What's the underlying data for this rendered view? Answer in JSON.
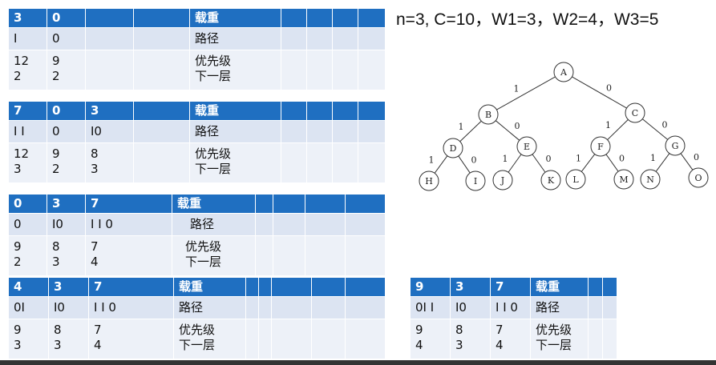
{
  "formula": "n=3, C=10，W1=3，W2=4，W3=5",
  "tables": [
    {
      "header": [
        "3",
        "0",
        "",
        ""
      ],
      "label_load": "载重",
      "path": [
        "I",
        "0",
        "",
        ""
      ],
      "label_path": "路径",
      "priority": [
        "12",
        "9",
        "",
        ""
      ],
      "label_priority": "优先级",
      "level": [
        "2",
        "2",
        "",
        ""
      ],
      "label_level": "下一层"
    },
    {
      "header": [
        "7",
        "0",
        "3",
        ""
      ],
      "label_load": "载重",
      "path": [
        "I I",
        "0",
        "I0",
        ""
      ],
      "label_path": "路径",
      "priority": [
        "12",
        "9",
        "8",
        ""
      ],
      "label_priority": "优先级",
      "level": [
        "3",
        "2",
        "3",
        ""
      ],
      "label_level": "下一层"
    },
    {
      "header": [
        "0",
        "3",
        "7"
      ],
      "label_load": "载重",
      "path": [
        "0",
        "I0",
        "I I 0"
      ],
      "label_path": "路径",
      "priority": [
        "9",
        "8",
        "7"
      ],
      "label_priority": "优先级",
      "level": [
        "2",
        "3",
        "4"
      ],
      "label_level": "下一层"
    },
    {
      "header": [
        "4",
        "3",
        "7"
      ],
      "label_load": "载重",
      "path": [
        "0I",
        "I0",
        "I I 0"
      ],
      "label_path": "路径",
      "priority": [
        "9",
        "8",
        "7"
      ],
      "label_priority": "优先级",
      "level": [
        "3",
        "3",
        "4"
      ],
      "label_level": "下一层"
    },
    {
      "header": [
        "9",
        "3",
        "7"
      ],
      "label_load": "载重",
      "path": [
        "0I I",
        "I0",
        "I I 0"
      ],
      "label_path": "路径",
      "priority": [
        "9",
        "8",
        "7"
      ],
      "label_priority": "优先级",
      "level": [
        "4",
        "3",
        "4"
      ],
      "label_level": "下一层"
    }
  ],
  "tree": {
    "nodes": [
      "A",
      "B",
      "C",
      "D",
      "E",
      "F",
      "G",
      "H",
      "I",
      "J",
      "K",
      "L",
      "M",
      "N",
      "O"
    ],
    "edges": [
      {
        "from": "A",
        "to": "B",
        "label": "1"
      },
      {
        "from": "A",
        "to": "C",
        "label": "0"
      },
      {
        "from": "B",
        "to": "D",
        "label": "1"
      },
      {
        "from": "B",
        "to": "E",
        "label": "0"
      },
      {
        "from": "C",
        "to": "F",
        "label": "1"
      },
      {
        "from": "C",
        "to": "G",
        "label": "0"
      },
      {
        "from": "D",
        "to": "H",
        "label": "1"
      },
      {
        "from": "D",
        "to": "I",
        "label": "0"
      },
      {
        "from": "E",
        "to": "J",
        "label": "1"
      },
      {
        "from": "E",
        "to": "K",
        "label": "0"
      },
      {
        "from": "F",
        "to": "L",
        "label": "1"
      },
      {
        "from": "F",
        "to": "M",
        "label": "0"
      },
      {
        "from": "G",
        "to": "N",
        "label": "1"
      },
      {
        "from": "G",
        "to": "O",
        "label": "0"
      }
    ]
  }
}
